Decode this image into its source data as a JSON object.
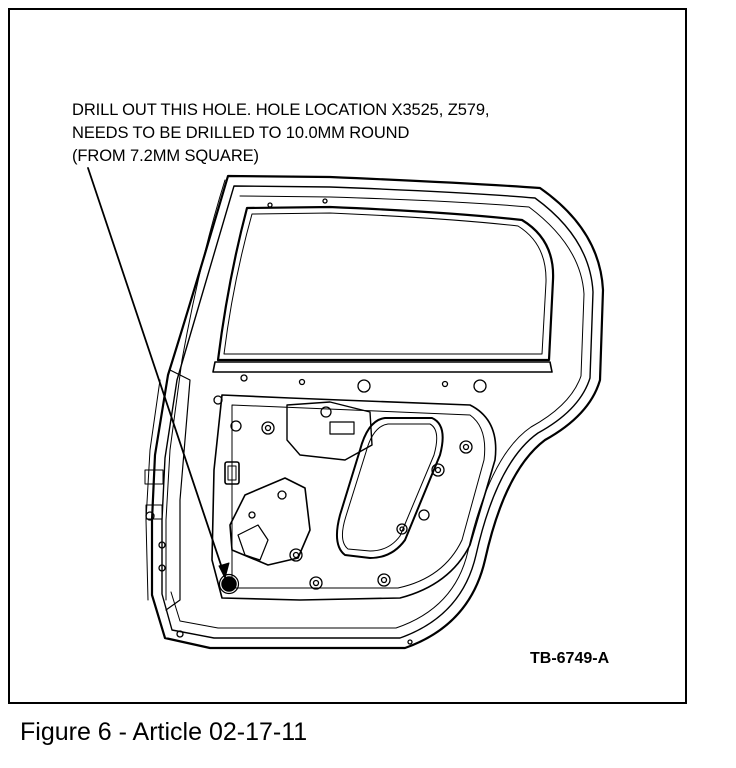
{
  "callout": {
    "line1": "DRILL OUT THIS HOLE. HOLE LOCATION X3525, Z579,",
    "line2": "NEEDS TO BE DRILLED TO 10.0MM ROUND",
    "line3": "(FROM 7.2MM SQUARE)"
  },
  "reference_code": "TB-6749-A",
  "caption": "Figure 6 - Article 02-17-11"
}
